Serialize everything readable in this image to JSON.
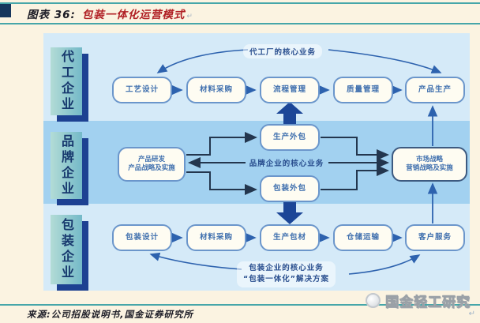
{
  "header": {
    "figure_label": "图表 36:",
    "figure_title": "包装一体化运营模式",
    "return_mark": "↵"
  },
  "diagram": {
    "band_oem": {
      "label": "代工企业",
      "note": "代工厂的核心业务",
      "boxes": [
        "工艺设计",
        "材料采购",
        "流程管理",
        "质量管理",
        "产品生产"
      ]
    },
    "band_brand": {
      "label": "品牌企业",
      "note": "品牌企业的核心业务",
      "box_rd_line1": "产品研发",
      "box_rd_line2": "产品战略及实施",
      "box_production_outsourcing": "生产外包",
      "box_packaging_outsourcing": "包装外包",
      "box_market_line1": "市场战略",
      "box_market_line2": "营销战略及实施"
    },
    "band_packaging": {
      "label": "包装企业",
      "note_line1": "包装企业的核心业务",
      "note_line2": "“包装一体化”解决方案",
      "boxes": [
        "包装设计",
        "材料采购",
        "生产包材",
        "仓储运输",
        "客户服务"
      ]
    }
  },
  "footer": {
    "source": "来源:公司招股说明书,国金证券研究所",
    "watermark": "国金轻工研究",
    "return_mark": "↵"
  },
  "colors": {
    "page_background": "#fbf3e1",
    "teal_rule": "#46a6a9",
    "band_light_blue": "#d5eaf8",
    "band_mid_blue": "#a2d1f0",
    "panel_teal": "#8cc4cc",
    "panel_shadow_navy": "#1d4192",
    "node_fill": "#fefcf2",
    "node_border": "#6b96cb",
    "node_text": "#3f6fae",
    "arrow_blue": "#2d62ae",
    "connector_dark": "#23364e",
    "thick_arrow_navy": "#1c4697",
    "title_red": "#b01f24",
    "watermark_gray": "#9aa0a6"
  }
}
